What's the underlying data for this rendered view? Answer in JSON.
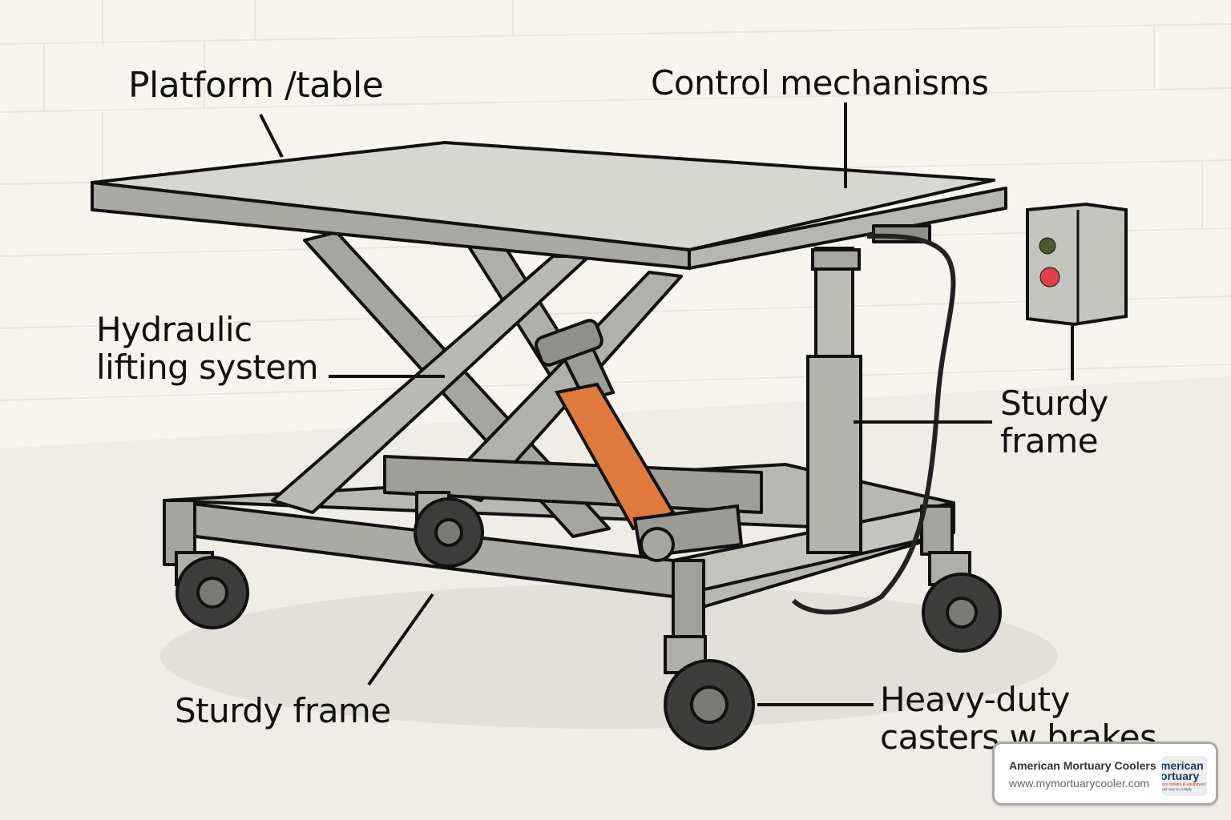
{
  "diagram": {
    "subject": "Hydraulic lift table",
    "labels": {
      "platform": "Platform /table",
      "control": "Control mechanisms",
      "hydraulic_line1": "Hydraulic",
      "hydraulic_line2": "lifting system",
      "frame_right_line1": "Sturdy",
      "frame_right_line2": "frame",
      "frame_bottom": "Sturdy frame",
      "casters_line1": "Heavy-duty",
      "casters_line2": "casters w brakes"
    },
    "colors": {
      "background": "#f7f5ee",
      "steel": "#b9bab4",
      "steel_dark": "#8d8e89",
      "outline": "#111111",
      "hydraulic_cylinder": "#e07a3c",
      "button_green": "#4a5a2a",
      "button_red": "#e0404a"
    }
  },
  "badge": {
    "name": "American Mortuary Coolers",
    "url": "www.mymortuarycooler.com",
    "logo_line1": "merican",
    "logo_line2": "ortuary",
    "logo_line3": "ary coolers & equipment",
    "logo_line4": "ool easy to comply"
  }
}
